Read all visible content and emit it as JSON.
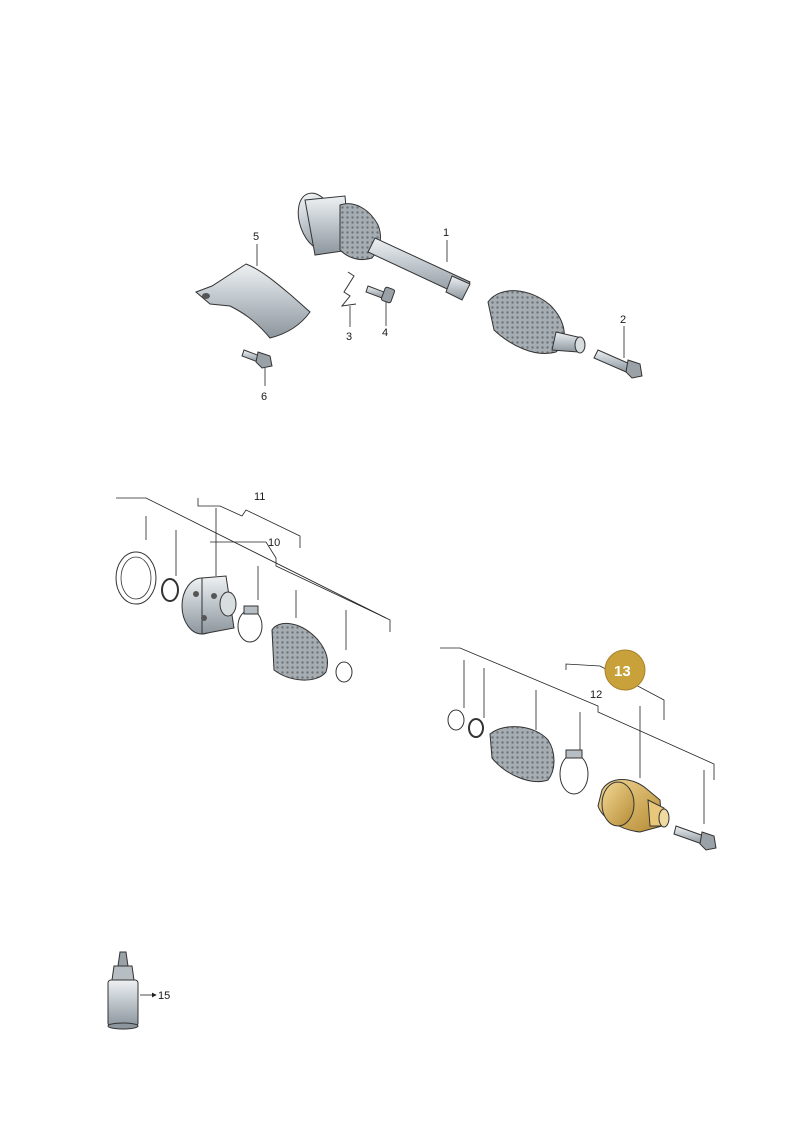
{
  "callouts": {
    "c1": "1",
    "c2": "2",
    "c3": "3",
    "c4": "4",
    "c5": "5",
    "c6": "6",
    "c10": "10",
    "c11": "11",
    "c12": "12",
    "c13": "13",
    "c15": "15"
  },
  "highlight": {
    "callout": "13",
    "badge_color": "#c9a13a",
    "part_color": "#e8c77a"
  },
  "icons": {
    "arrow": "arrow-right-icon"
  }
}
